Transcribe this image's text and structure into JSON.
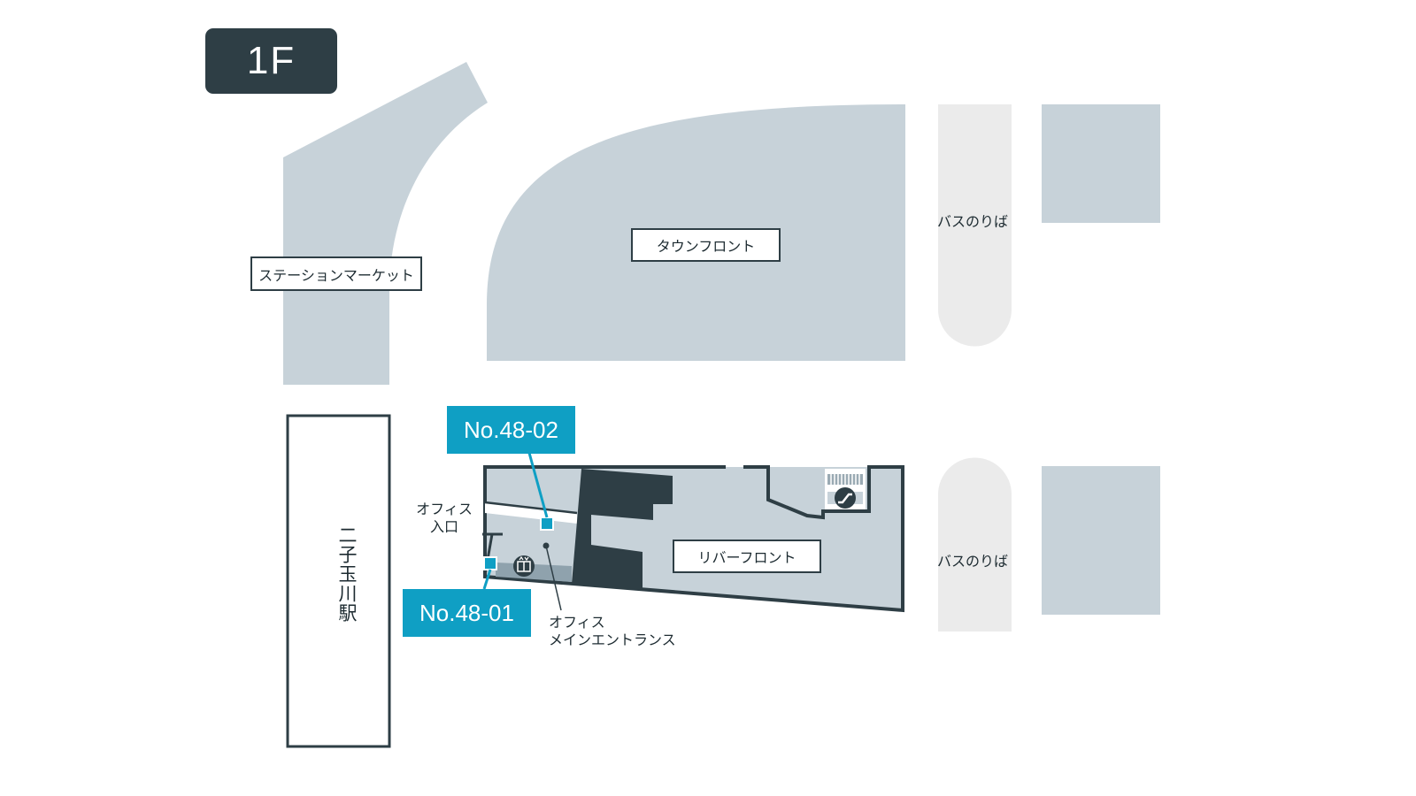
{
  "floor": "1F",
  "labels": {
    "station_market": "ステーションマーケット",
    "town_front": "タウンフロント",
    "river_front": "リバーフロント",
    "bus_stop_top": "バスのりば",
    "bus_stop_bottom": "バスのりば",
    "office_entrance_line1": "オフィス",
    "office_entrance_line2": "入口",
    "office_main_line1": "オフィス",
    "office_main_line2": "メインエントランス",
    "station": "二子玉川駅"
  },
  "spots": {
    "spot_a": "No.48-02",
    "spot_b": "No.48-01"
  },
  "colors": {
    "area": "#c7d2d9",
    "bus_lane": "#ebebeb",
    "dark": "#2e3e45",
    "accent": "#0f9fc4"
  },
  "icons": [
    "elevator-icon",
    "escalator-icon"
  ]
}
